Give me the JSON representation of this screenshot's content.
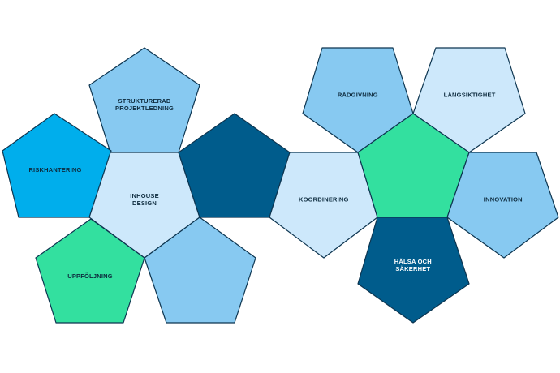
{
  "colors": {
    "pale_blue": "#cde8fb",
    "light_blue": "#87c9f1",
    "sky_blue": "#00aeec",
    "dark_blue": "#005c8c",
    "green": "#33e09f",
    "outline": "#0d3550",
    "text_dark": "#0d2b3e",
    "text_light": "#ffffff"
  },
  "pentagons": [
    {
      "id": "strukturerad",
      "name": "pentagon-strukturerad-projektledning",
      "color": "light_blue",
      "label": [
        "STRUKTURERAD",
        "PROJEKTLEDNING"
      ],
      "text": "text_dark"
    },
    {
      "id": "riskhantering",
      "name": "pentagon-riskhantering",
      "color": "sky_blue",
      "label": [
        "RISKHANTERING"
      ],
      "text": "text_dark"
    },
    {
      "id": "inhouse",
      "name": "pentagon-inhouse-design",
      "color": "pale_blue",
      "label": [
        "INHOUSE",
        "DESIGN"
      ],
      "text": "text_dark"
    },
    {
      "id": "uppfoljning",
      "name": "pentagon-uppfoljning",
      "color": "green",
      "label": [
        "UPPFÖLJNING"
      ],
      "text": "text_dark"
    },
    {
      "id": "blank-light",
      "name": "pentagon-blank-light-blue",
      "color": "light_blue",
      "label": [],
      "text": "text_dark"
    },
    {
      "id": "blank-dark",
      "name": "pentagon-blank-dark-blue",
      "color": "dark_blue",
      "label": [],
      "text": "text_light"
    },
    {
      "id": "koordinering",
      "name": "pentagon-koordinering",
      "color": "pale_blue",
      "label": [
        "KOORDINERING"
      ],
      "text": "text_dark"
    },
    {
      "id": "radgivning",
      "name": "pentagon-radgivning",
      "color": "light_blue",
      "label": [
        "RÅDGIVNING"
      ],
      "text": "text_dark"
    },
    {
      "id": "langsiktighet",
      "name": "pentagon-langsiktighet",
      "color": "pale_blue",
      "label": [
        "LÅNGSIKTIGHET"
      ],
      "text": "text_dark"
    },
    {
      "id": "center-green",
      "name": "pentagon-blank-green",
      "color": "green",
      "label": [],
      "text": "text_dark"
    },
    {
      "id": "innovation",
      "name": "pentagon-innovation",
      "color": "light_blue",
      "label": [
        "INNOVATION"
      ],
      "text": "text_dark"
    },
    {
      "id": "halsa",
      "name": "pentagon-halsa-och-sakerhet",
      "color": "dark_blue",
      "label": [
        "HÄLSA OCH",
        "SÄKERHET"
      ],
      "text": "text_light"
    }
  ]
}
